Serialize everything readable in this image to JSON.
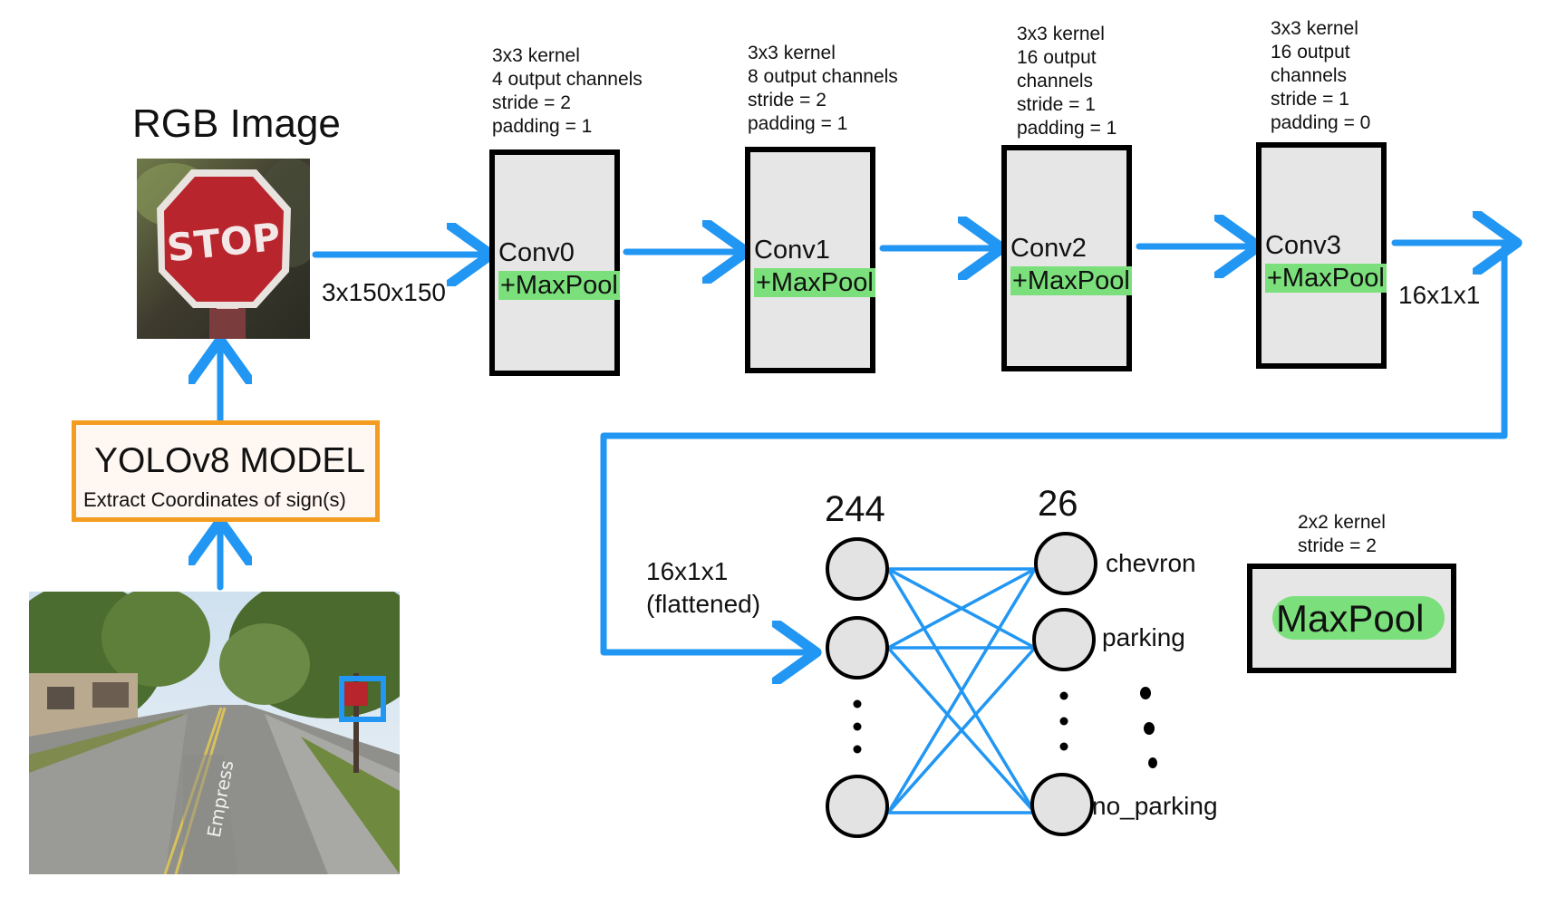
{
  "input": {
    "title": "RGB Image",
    "input_dims": "3x150x150",
    "sign_text": "STOP",
    "street_text": "Empress"
  },
  "detector": {
    "title": "YOLOv8 MODEL",
    "subtitle": "Extract Coordinates of sign(s)"
  },
  "layers": [
    {
      "name": "Conv0",
      "op": "+MaxPool",
      "params": "3x3 kernel\n4 output channels\nstride = 2\npadding = 1"
    },
    {
      "name": "Conv1",
      "op": "+MaxPool",
      "params": "3x3 kernel\n8 output channels\nstride = 2\npadding = 1"
    },
    {
      "name": "Conv2",
      "op": "+MaxPool",
      "params": "3x3 kernel\n16 output\nchannels\nstride = 1\npadding = 1"
    },
    {
      "name": "Conv3",
      "op": "+MaxPool",
      "params": "3x3 kernel\n16 output\nchannels\nstride = 1\npadding = 0"
    }
  ],
  "conv_output_dims": "16x1x1",
  "flattened_label": "16x1x1\n(flattened)",
  "fc": {
    "input_units": "244",
    "output_units": "26",
    "classes": [
      "chevron",
      "parking",
      "no_parking"
    ]
  },
  "maxpool_legend": {
    "params": "2x2 kernel\nstride = 2",
    "label": "MaxPool"
  },
  "colors": {
    "arrow": "#2196f3",
    "detector_border": "#f39c1f",
    "highlight": "#7be07b",
    "layer_fill": "#e6e6e6",
    "node_fill": "#e3e3e3"
  }
}
